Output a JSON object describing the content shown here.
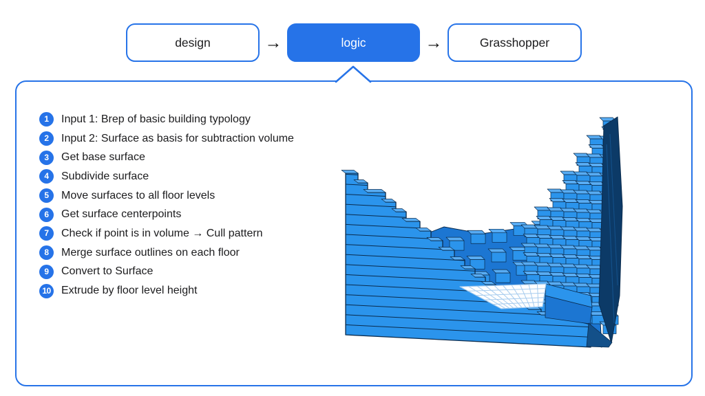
{
  "header": {
    "steps": [
      {
        "label": "design",
        "active": false
      },
      {
        "label": "logic",
        "active": true
      },
      {
        "label": "Grasshopper",
        "active": false
      }
    ],
    "arrow_glyph": "→"
  },
  "panel": {
    "steps": [
      {
        "num": "1",
        "text": "Input 1: Brep of basic building typology"
      },
      {
        "num": "2",
        "text": "Input 2: Surface as basis for subtraction volume"
      },
      {
        "num": "3",
        "text": "Get base surface"
      },
      {
        "num": "4",
        "text": "Subdivide surface"
      },
      {
        "num": "5",
        "text": "Move surfaces to all floor levels"
      },
      {
        "num": "6",
        "text": "Get surface centerpoints"
      },
      {
        "num": "7",
        "text": "Check if point is in volume → Cull pattern"
      },
      {
        "num": "8",
        "text": "Merge surface outlines on each floor"
      },
      {
        "num": "9",
        "text": "Convert to Surface"
      },
      {
        "num": "10",
        "text": "Extrude by floor level height"
      }
    ]
  },
  "illustration": {
    "name": "terraced-building-3d-model",
    "colors": {
      "front": "#2B94EC",
      "top": "#58ACF3",
      "shade": "#1C76D2",
      "dark": "#0C3A67",
      "streak": "#135089",
      "line": "#0A2B4D",
      "gridline": "#A5CBEE",
      "grid_fill": "#FFFFFF"
    }
  },
  "colors": {
    "accent": "#2673E8",
    "ink": "#1B1B1D"
  }
}
